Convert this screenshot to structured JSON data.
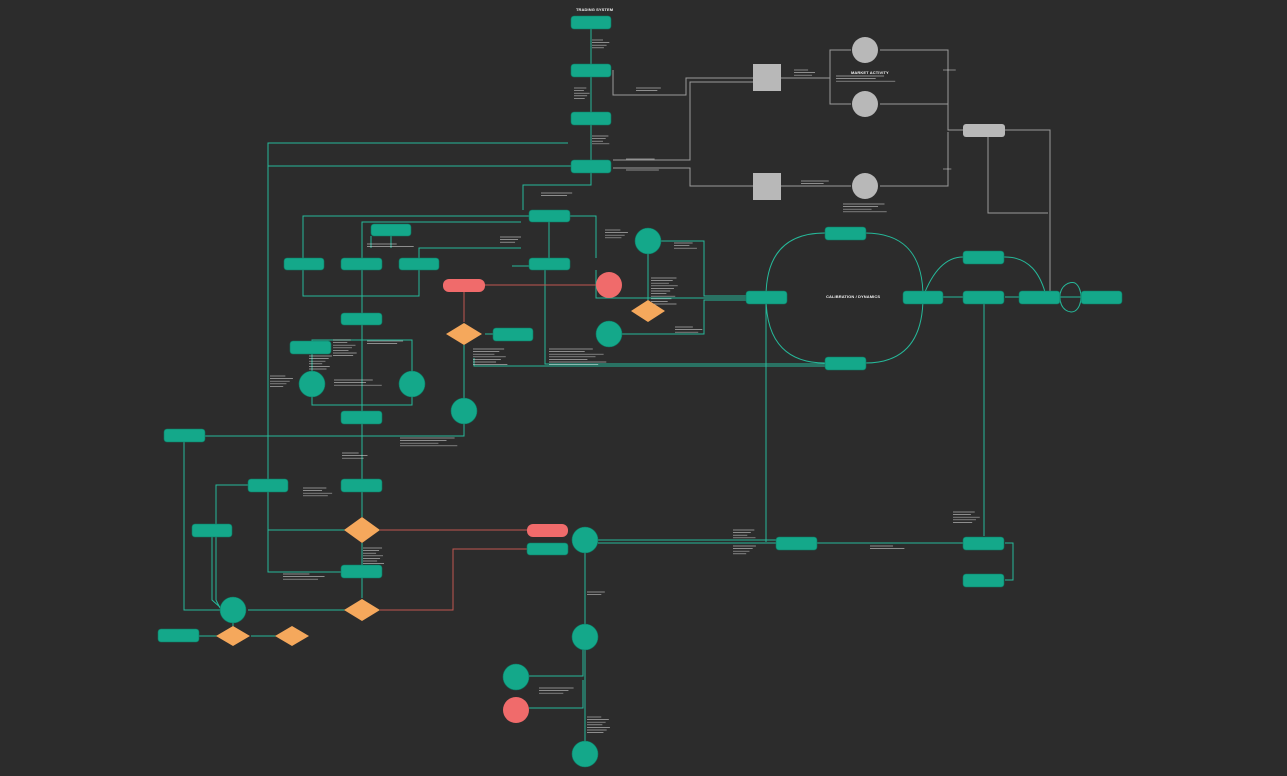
{
  "diagram": {
    "title": "TRADING SYSTEM",
    "section_market": "MARKET ACTIVITY",
    "section_cycle": "CALIBRATION / DYNAMICS"
  },
  "colors": {
    "background": "#2c2c2c",
    "teal": "#14a88a",
    "teal_line": "#26b99a",
    "red": "#f06b6b",
    "red_line": "#c0564f",
    "orange": "#f5a85c",
    "gray": "#b8b8b8",
    "gray_line": "#9a9a9a"
  }
}
